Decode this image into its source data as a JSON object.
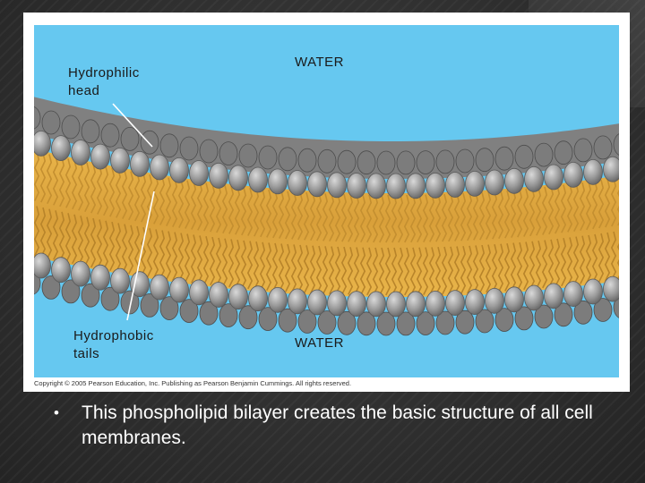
{
  "diagram": {
    "labels": {
      "hydrophilic_head": "Hydrophilic\nhead",
      "water_top": "WATER",
      "hydrophobic_tails": "Hydrophobic\ntails",
      "water_bottom": "WATER"
    },
    "copyright": "Copyright © 2005 Pearson Education, Inc. Publishing as Pearson Benjamin Cummings. All rights reserved.",
    "colors": {
      "water": "#66c8f0",
      "heads": "#8e8e8e",
      "tails": "#e3ad45"
    }
  },
  "caption": {
    "bullet": "•",
    "text": "This phospholipid bilayer creates the basic structure of all cell membranes."
  }
}
